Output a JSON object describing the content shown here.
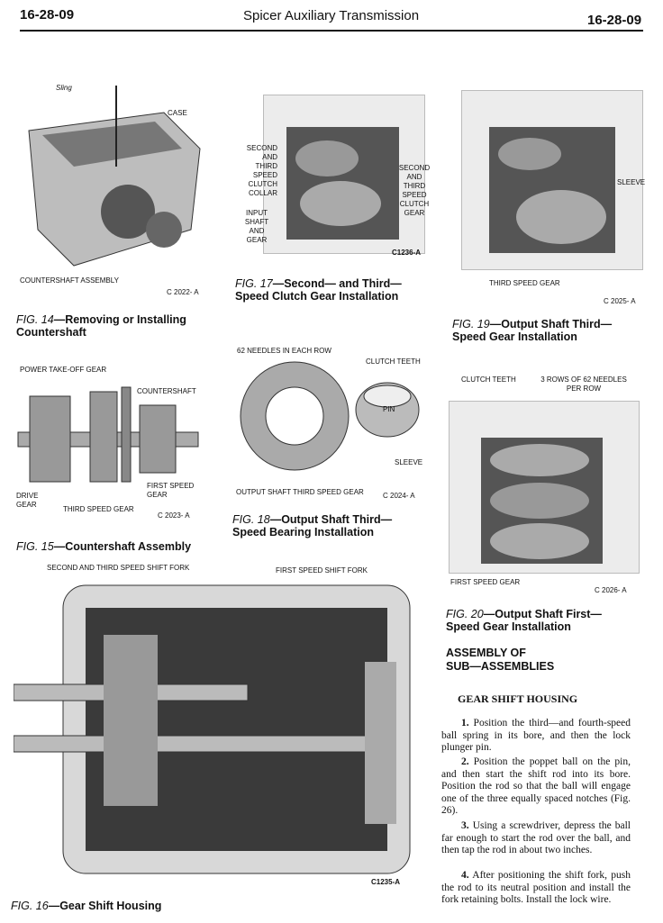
{
  "header": {
    "page_number_left": "16-28-09",
    "title": "Spicer Auxiliary Transmission",
    "page_number_right": "16-28-09"
  },
  "figures": {
    "fig14": {
      "labels": {
        "sling": "Sling",
        "case": "CASE",
        "countershaft_assembly": "COUNTERSHAFT ASSEMBLY"
      },
      "code": "C 2022- A",
      "caption_num": "FIG. 14",
      "caption_text": "—Removing or Installing Countershaft"
    },
    "fig15": {
      "labels": {
        "power_takeoff": "POWER TAKE-OFF GEAR",
        "countershaft": "COUNTERSHAFT",
        "first_speed": "FIRST SPEED GEAR",
        "drive_gear": "DRIVE GEAR",
        "third_speed": "THIRD SPEED GEAR"
      },
      "code": "C 2023- A",
      "caption_num": "FIG. 15",
      "caption_text": "—Countershaft Assembly"
    },
    "fig16": {
      "labels": {
        "second_third_fork": "SECOND AND THIRD SPEED SHIFT FORK",
        "first_fork": "FIRST SPEED SHIFT FORK"
      },
      "code": "C1235-A",
      "caption_num": "FIG. 16",
      "caption_text": "—Gear Shift Housing"
    },
    "fig17": {
      "labels": {
        "collar": "SECOND AND THIRD SPEED CLUTCH COLLAR",
        "input_shaft": "INPUT SHAFT AND GEAR",
        "clutch_gear": "SECOND AND THIRD SPEED CLUTCH GEAR"
      },
      "code": "C1236-A",
      "caption_num": "FIG. 17",
      "caption_text": "—Second— and Third—Speed Clutch Gear Installation"
    },
    "fig18": {
      "labels": {
        "needles": "62 NEEDLES IN EACH ROW",
        "clutch_teeth": "CLUTCH TEETH",
        "pin": "PIN",
        "sleeve": "SLEEVE",
        "output_gear": "OUTPUT SHAFT THIRD SPEED GEAR"
      },
      "code": "C 2024- A",
      "caption_num": "FIG. 18",
      "caption_text": "—Output Shaft Third—Speed Bearing Installation"
    },
    "fig19": {
      "labels": {
        "sleeve": "SLEEVE",
        "third_speed": "THIRD SPEED GEAR"
      },
      "code": "C 2025- A",
      "caption_num": "FIG. 19",
      "caption_text": "—Output Shaft Third—Speed Gear Installation"
    },
    "fig20": {
      "labels": {
        "clutch_teeth": "CLUTCH TEETH",
        "rows": "3 ROWS OF 62 NEEDLES PER ROW",
        "first_speed": "FIRST SPEED GEAR"
      },
      "code": "C 2026- A",
      "caption_num": "FIG. 20",
      "caption_text": "—Output Shaft First—Speed Gear Installation"
    }
  },
  "section": {
    "heading_line1": "ASSEMBLY OF",
    "heading_line2": "SUB—ASSEMBLIES",
    "subheading": "GEAR SHIFT HOUSING",
    "steps": [
      {
        "num": "1.",
        "text": "Position the third—and fourth-speed ball spring in its bore, and then the lock plunger pin."
      },
      {
        "num": "2.",
        "text": "Position the poppet ball on the pin, and then start the shift rod into its bore. Position the rod so that the ball will engage one of the three equally spaced notches (Fig. 26)."
      },
      {
        "num": "3.",
        "text": "Using a screwdriver, depress the ball far enough to start the rod over the ball, and then tap the rod in about two inches."
      },
      {
        "num": "4.",
        "text": "After positioning the shift fork, push the rod to its neutral position and install the fork retaining bolts. Install the lock wire."
      }
    ]
  }
}
